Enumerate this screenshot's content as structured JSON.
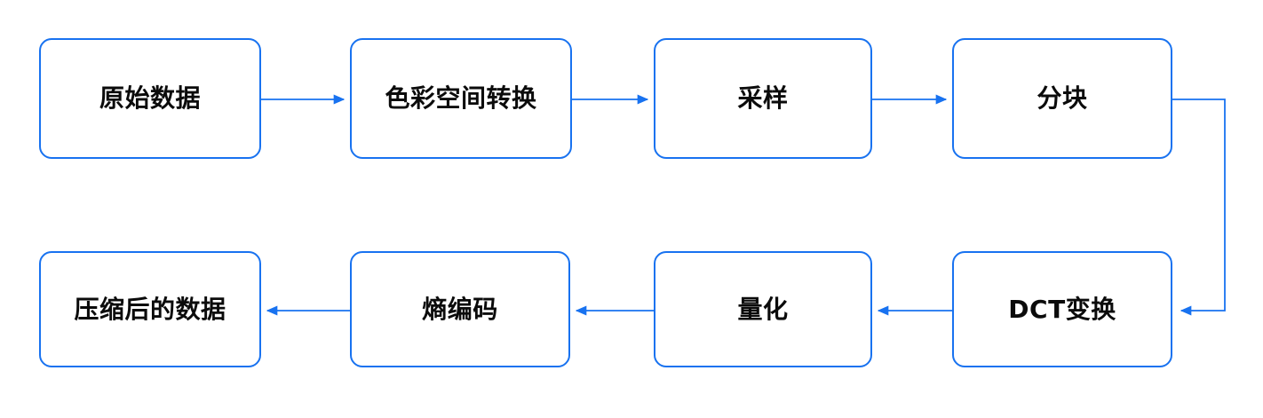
{
  "diagram": {
    "title": "JPEG compression pipeline flowchart",
    "colors": {
      "edge": "#1872f0",
      "node_border": "#1872f0",
      "node_fill": "#ffffff",
      "label_text": "#0b0b0b",
      "background": "#ffffff"
    },
    "nodes": [
      {
        "id": "raw-data",
        "label": "原始数据"
      },
      {
        "id": "color-space",
        "label": "色彩空间转换"
      },
      {
        "id": "sampling",
        "label": "采样"
      },
      {
        "id": "blocking",
        "label": "分块"
      },
      {
        "id": "dct",
        "label": "DCT变换"
      },
      {
        "id": "quantization",
        "label": "量化"
      },
      {
        "id": "entropy",
        "label": "熵编码"
      },
      {
        "id": "compressed",
        "label": "压缩后的数据"
      }
    ],
    "edges": [
      {
        "from": "raw-data",
        "to": "color-space",
        "direction": "right"
      },
      {
        "from": "color-space",
        "to": "sampling",
        "direction": "right"
      },
      {
        "from": "sampling",
        "to": "blocking",
        "direction": "right"
      },
      {
        "from": "blocking",
        "to": "dct",
        "direction": "wrap-down-left"
      },
      {
        "from": "dct",
        "to": "quantization",
        "direction": "left"
      },
      {
        "from": "quantization",
        "to": "entropy",
        "direction": "left"
      },
      {
        "from": "entropy",
        "to": "compressed",
        "direction": "left"
      }
    ]
  }
}
